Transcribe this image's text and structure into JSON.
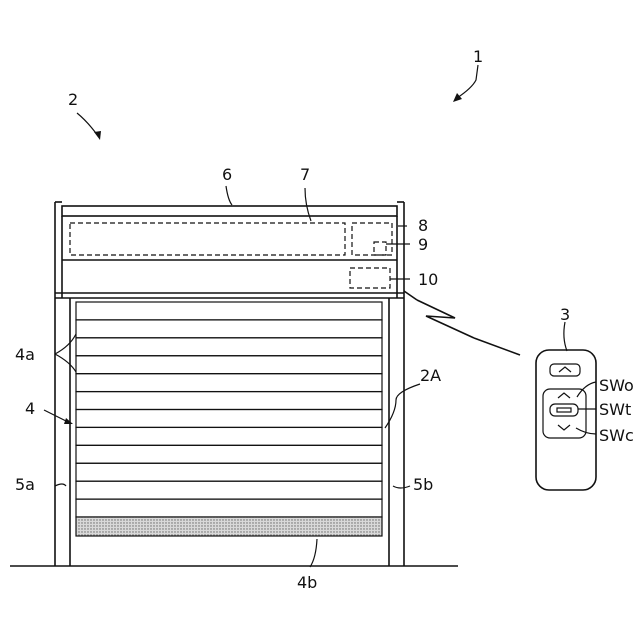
{
  "labels": {
    "system": "1",
    "shutter_device": "2",
    "remote": "3",
    "curtain": "4",
    "slats": "4a",
    "bottom_bar": "4b",
    "rail_left": "5a",
    "rail_right": "5b",
    "housing": "6",
    "housing_inner": "7",
    "control_unit": "8",
    "sensor": "9",
    "receiver": "10",
    "opening": "2A",
    "sw_open": "SWo",
    "sw_stop": "SWt",
    "sw_close": "SWc"
  },
  "curtain": {
    "slat_count": 12
  },
  "icons": {
    "sw_open": "chevron-up-icon",
    "sw_stop": "stop-bar-icon",
    "sw_close": "chevron-down-icon"
  },
  "colors": {
    "line": "#111111",
    "bottom_bar_fill": "#bdbdbd"
  }
}
